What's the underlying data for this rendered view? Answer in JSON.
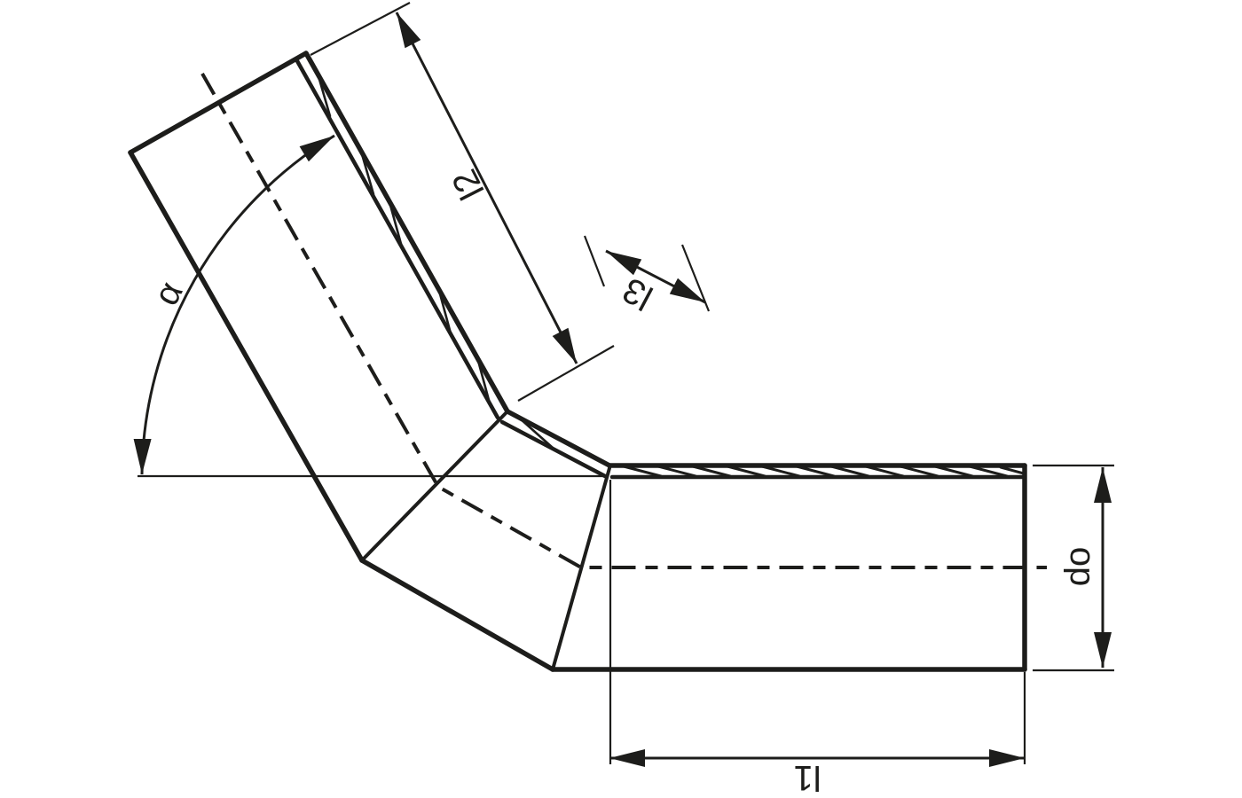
{
  "drawing": {
    "kind": "technical dimension drawing",
    "subject": "segmented pipe bend (elbow fitting), side view with sectioned wall",
    "colors": {
      "line": "#1d1d1b",
      "background": "#ffffff"
    },
    "labels": {
      "angle": "α",
      "length_leg2": "l2",
      "length_mid": "l3",
      "length_leg1": "l1",
      "diameter": "do"
    }
  }
}
